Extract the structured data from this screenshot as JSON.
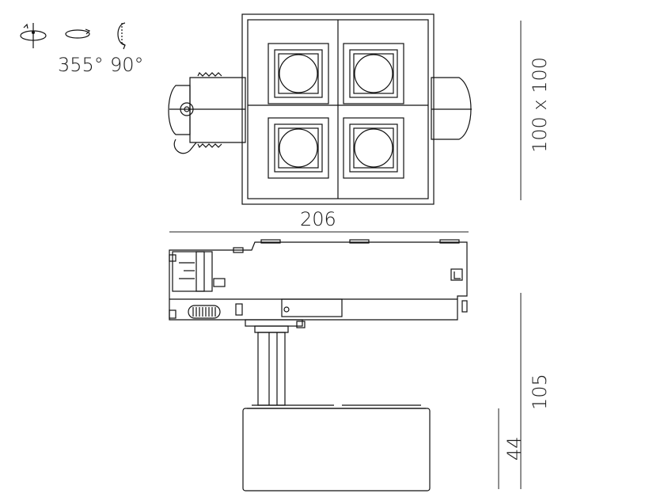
{
  "rotation": {
    "horizontal_angle": "355°",
    "vertical_angle": "90°",
    "icons": [
      "rotate-horizontal-icon",
      "rotate-tilt-icon",
      "rotate-vertical-icon"
    ]
  },
  "dimensions": {
    "head_size": "100 x 100",
    "width": "206",
    "total_height": "105",
    "head_height": "44"
  },
  "colors": {
    "line": "#111111",
    "background": "#ffffff"
  }
}
